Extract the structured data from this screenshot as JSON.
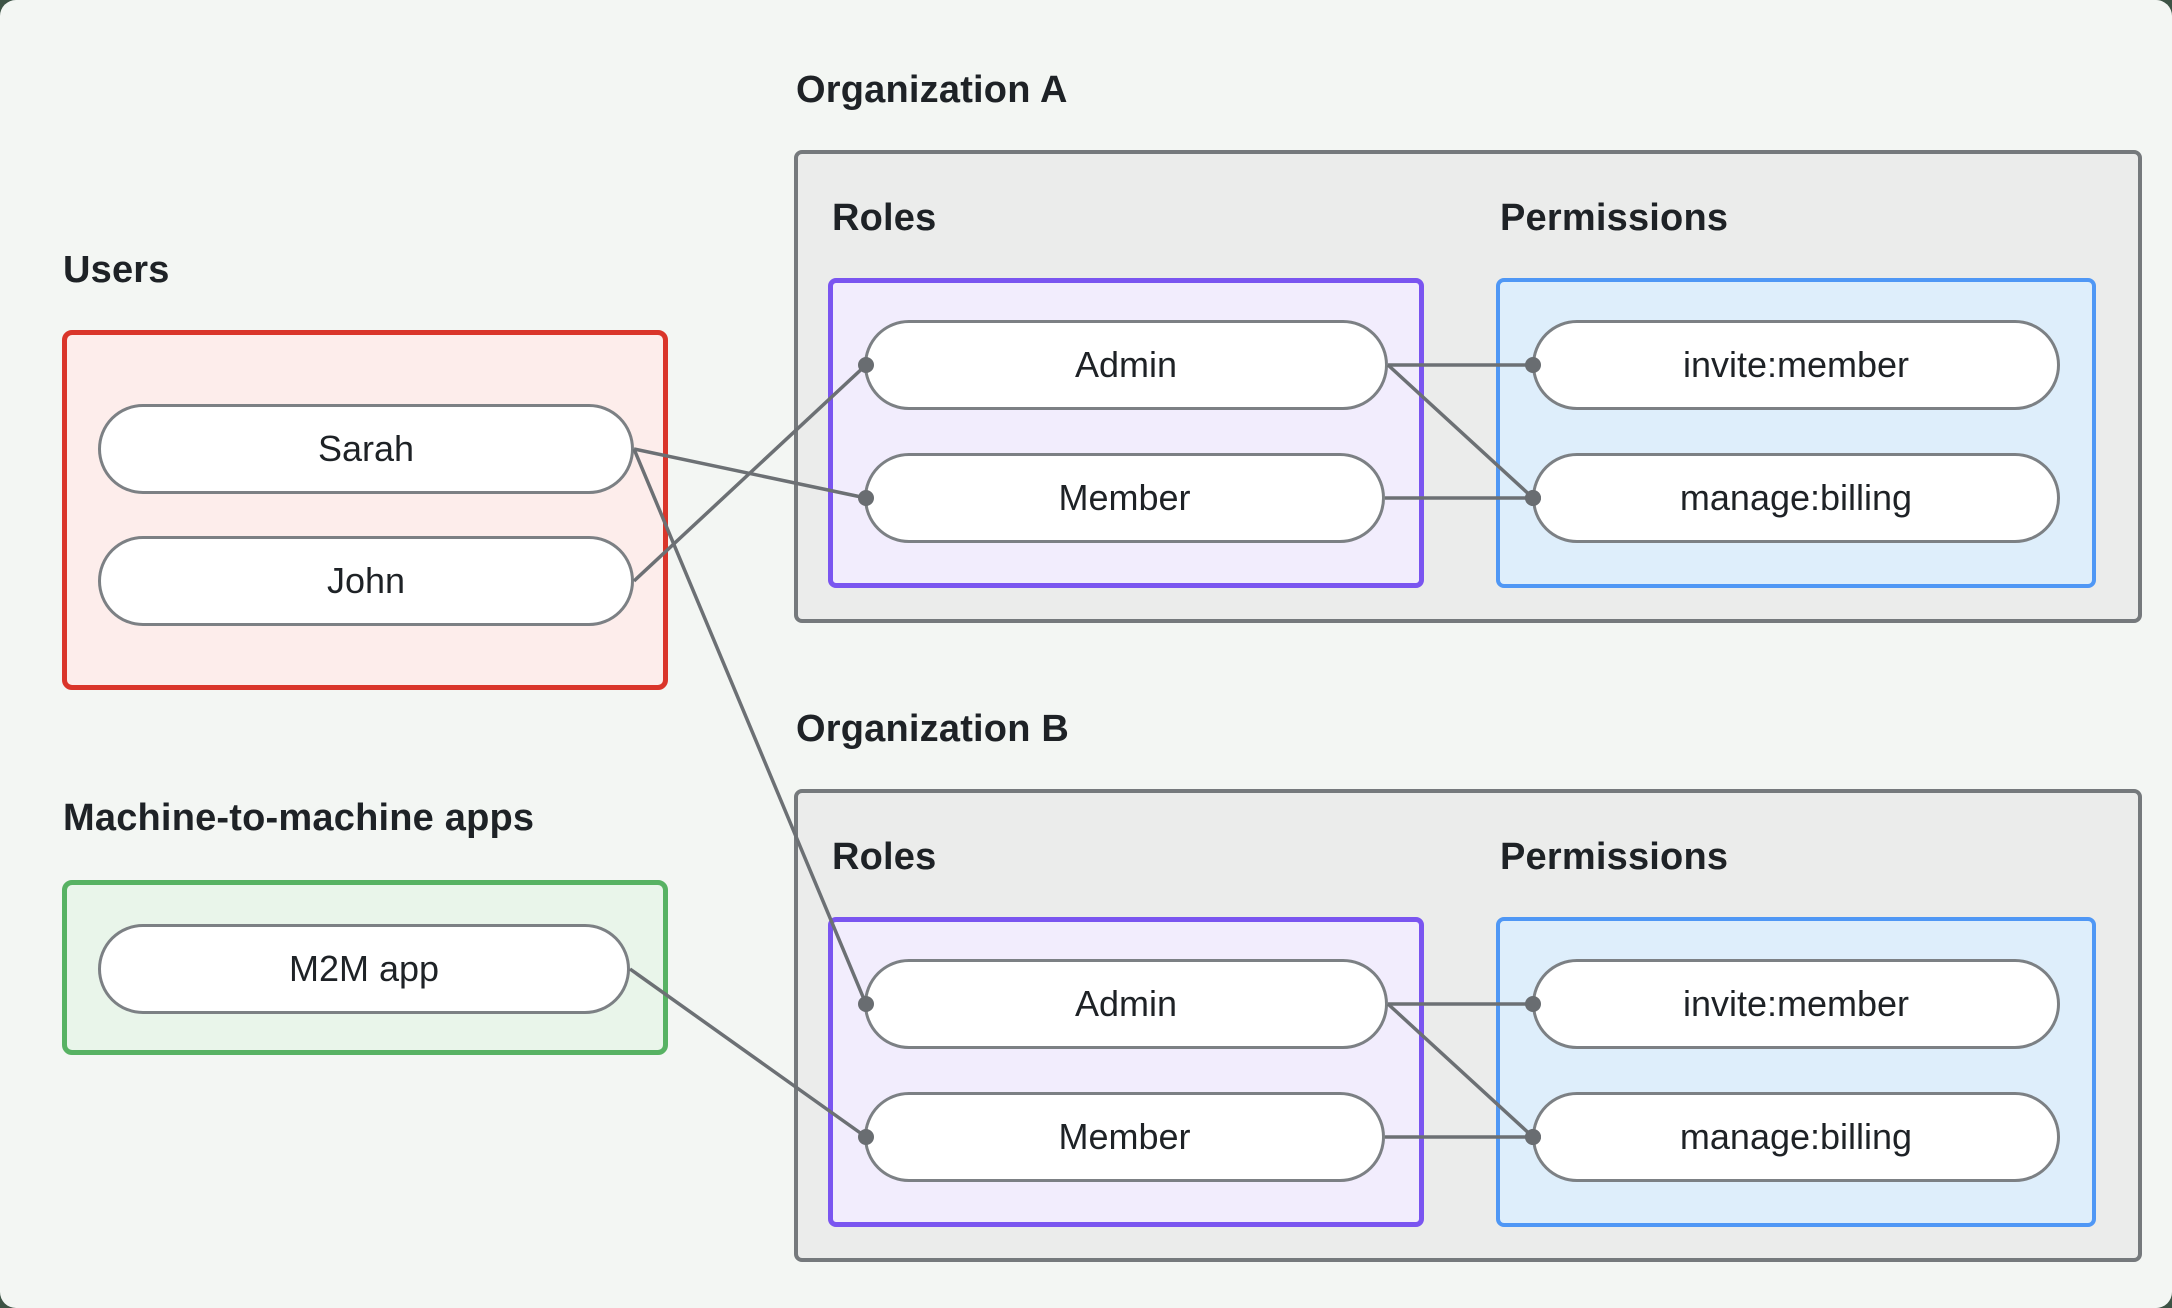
{
  "users_section": {
    "label": "Users",
    "nodes": [
      "Sarah",
      "John"
    ]
  },
  "m2m_section": {
    "label": "Machine-to-machine apps",
    "nodes": [
      "M2M app"
    ]
  },
  "organizations": [
    {
      "title": "Organization A",
      "roles_heading": "Roles",
      "permissions_heading": "Permissions",
      "roles": [
        "Admin",
        "Member"
      ],
      "permissions": [
        "invite:member",
        "manage:billing"
      ]
    },
    {
      "title": "Organization B",
      "roles_heading": "Roles",
      "permissions_heading": "Permissions",
      "roles": [
        "Admin",
        "Member"
      ],
      "permissions": [
        "invite:member",
        "manage:billing"
      ]
    }
  ],
  "edges": [
    {
      "from": "sarah",
      "to": "orgA.member"
    },
    {
      "from": "john",
      "to": "orgA.admin"
    },
    {
      "from": "sarah",
      "to": "orgB.admin"
    },
    {
      "from": "m2m",
      "to": "orgB.member"
    },
    {
      "from": "orgA.admin",
      "to": "orgA.invite"
    },
    {
      "from": "orgA.admin",
      "to": "orgA.manage"
    },
    {
      "from": "orgA.member",
      "to": "orgA.manage"
    },
    {
      "from": "orgB.admin",
      "to": "orgB.invite"
    },
    {
      "from": "orgB.admin",
      "to": "orgB.manage"
    },
    {
      "from": "orgB.member",
      "to": "orgB.manage"
    }
  ],
  "colors": {
    "outer_background": "#3d5345",
    "card_background": "#f3f6f3",
    "text": "#1e2226",
    "pill_border": "#7c8084",
    "connector": "#6c7074",
    "dot": "#696d71",
    "users_border": "#da352a",
    "users_fill": "#fdedeb",
    "m2m_border": "#57b263",
    "m2m_fill": "#e9f5ea",
    "org_border": "#75797c",
    "org_fill": "#ebeceb",
    "roles_border": "#7a55f0",
    "roles_fill": "#f2edfd",
    "permissions_border": "#4f97f5",
    "permissions_fill": "#deeefb"
  }
}
